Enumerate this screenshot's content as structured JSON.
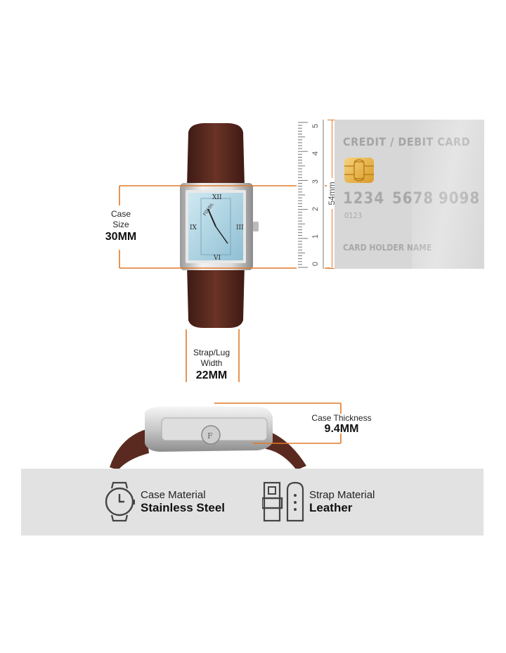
{
  "case_size": {
    "label_line1": "Case",
    "label_line2": "Size",
    "value": "30MM"
  },
  "strap_width": {
    "label_line1": "Strap/Lug",
    "label_line2": "Width",
    "value": "22MM"
  },
  "case_thickness": {
    "label": "Case Thickness",
    "value": "9.4MM"
  },
  "ruler": {
    "ticks": [
      "5",
      "4",
      "3",
      "2",
      "1",
      "0"
    ],
    "dimension": "54mm"
  },
  "card": {
    "title": "CREDIT / DEBIT CARD",
    "number_groups": [
      "1234",
      "5678",
      "9098"
    ],
    "small_number": "0123",
    "holder": "CARD HOLDER NAME"
  },
  "watch": {
    "brand": "FOSSIL"
  },
  "materials": {
    "case": {
      "title": "Case Material",
      "value": "Stainless Steel",
      "icon": "watch-outline-icon"
    },
    "strap": {
      "title": "Strap Material",
      "value": "Leather",
      "icon": "strap-outline-icon"
    }
  },
  "colors": {
    "accent_orange": "#e07a2a",
    "band_gray": "#e2e2e2",
    "card_gray": "#d6d6d6",
    "leather": "#5a2a20",
    "dial_blue": "#a9d2e2"
  }
}
